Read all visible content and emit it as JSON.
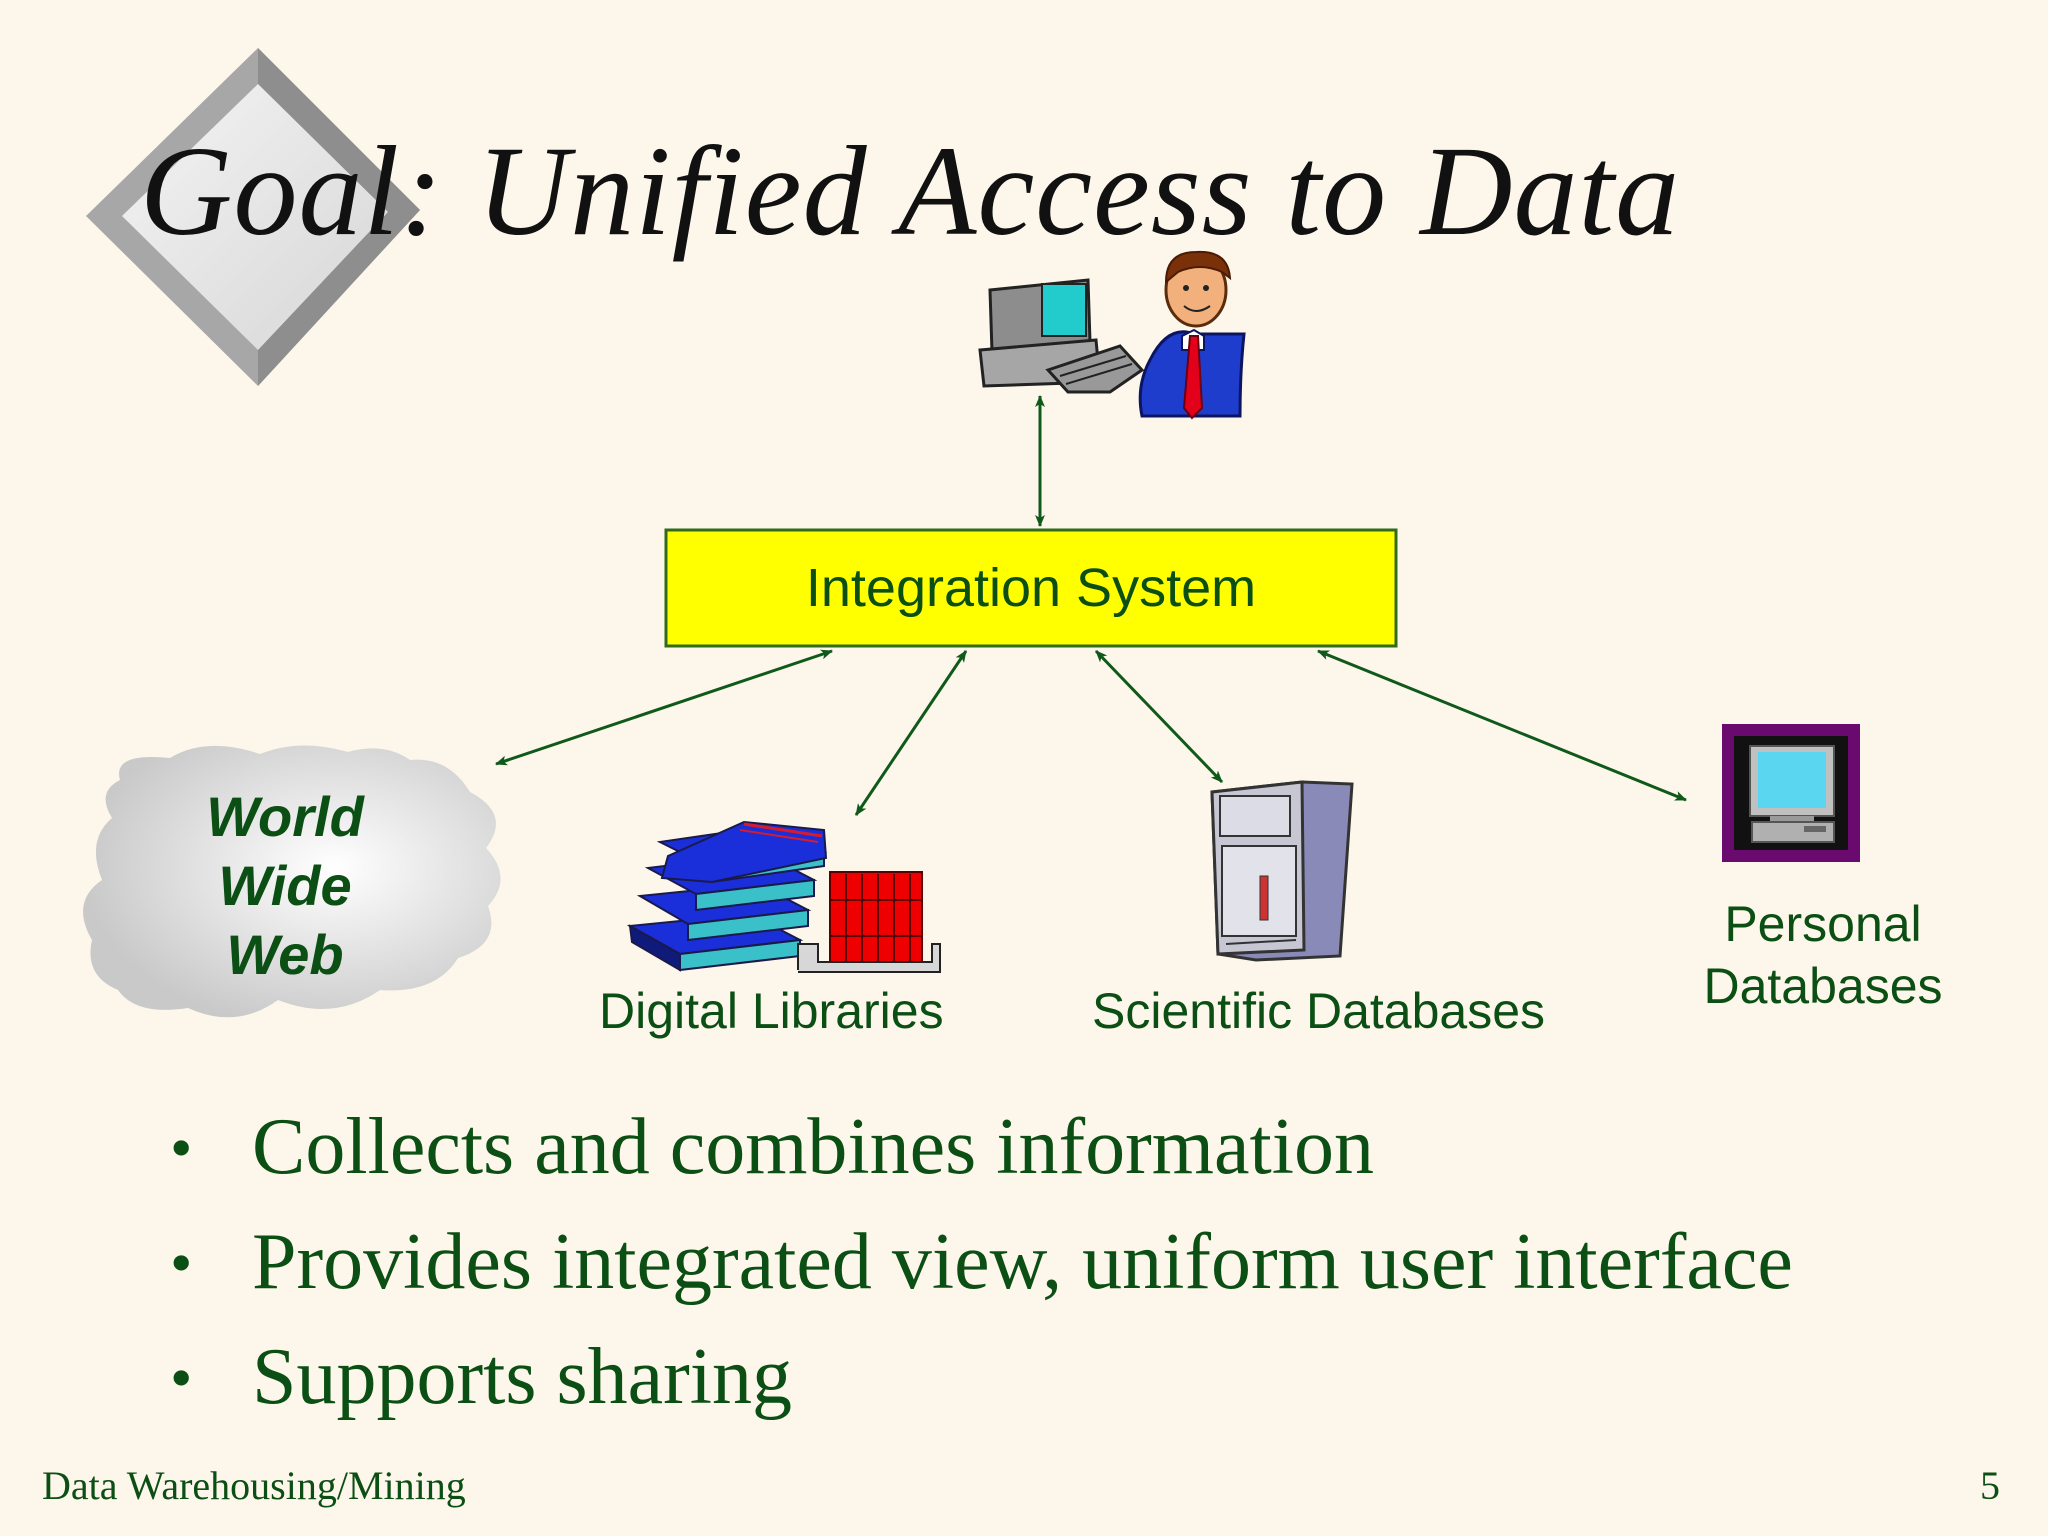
{
  "slide": {
    "title": "Goal: Unified Access to Data",
    "hub_label": "Integration System",
    "sources": {
      "web_line1": "World",
      "web_line2": "Wide",
      "web_line3": "Web",
      "digital_libraries": "Digital Libraries",
      "scientific_databases": "Scientific Databases",
      "personal_line1": "Personal",
      "personal_line2": "Databases"
    },
    "bullets": [
      "Collects and combines information",
      "Provides integrated view, uniform user interface",
      "Supports sharing"
    ],
    "bullet_symbol": "•",
    "footer_left": "Data Warehousing/Mining",
    "page_number": "5"
  },
  "colors": {
    "background": "#fdf6ea",
    "text_green": "#0b4f14",
    "hub_fill": "#ffff00",
    "arrow": "#0f5a1a"
  },
  "icons": [
    "diamond-ornament",
    "computer-icon",
    "user-icon",
    "cloud-icon",
    "books-icon",
    "server-icon",
    "monitor-icon"
  ]
}
